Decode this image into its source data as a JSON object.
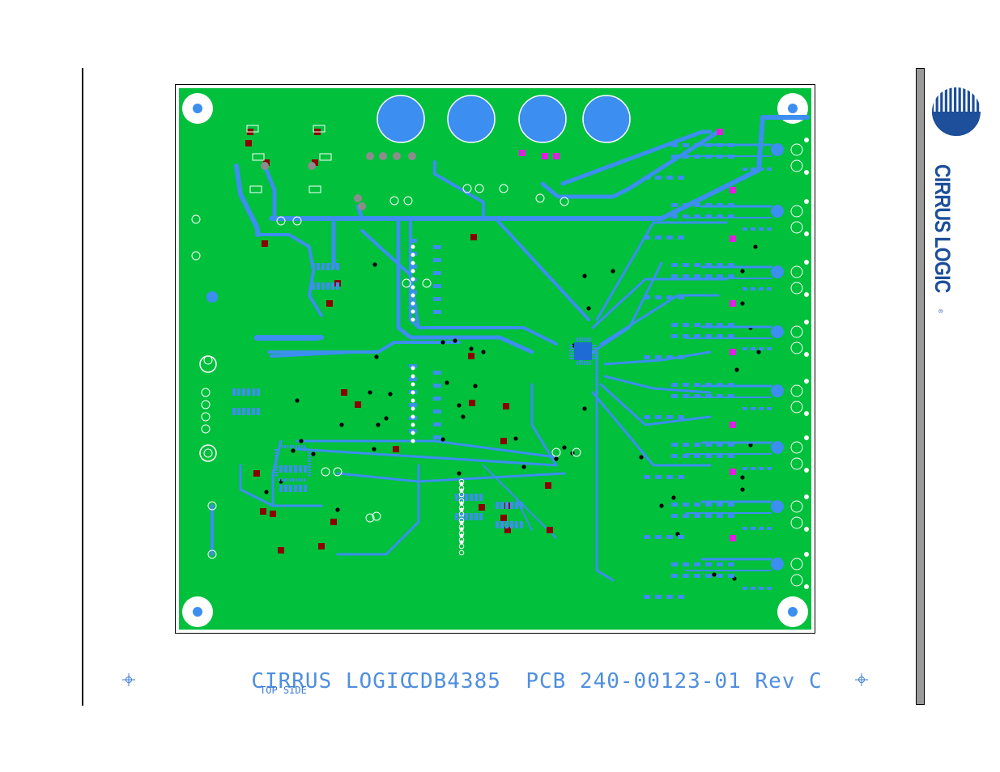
{
  "caption": {
    "brand": "CIRRUS LOGIC",
    "part": "CDB4385",
    "pcb": "PCB 240-00123-01 Rev C"
  },
  "side_label": "TOP SIDE",
  "logo": {
    "wordmark": "CIRRUS LOGIC",
    "registered_mark": "®"
  },
  "colors": {
    "board_green": "#00c03c",
    "copper_trace": "#3c8ef0",
    "caption_blue": "#4f8fe0",
    "logo_blue": "#1d4f9a",
    "pad_darkred": "#8b0000",
    "pad_magenta": "#e020e0",
    "via_black": "#000000"
  },
  "icons": [
    "fiducial-crosshair-icon",
    "cirrus-logic-sunburst-icon"
  ]
}
